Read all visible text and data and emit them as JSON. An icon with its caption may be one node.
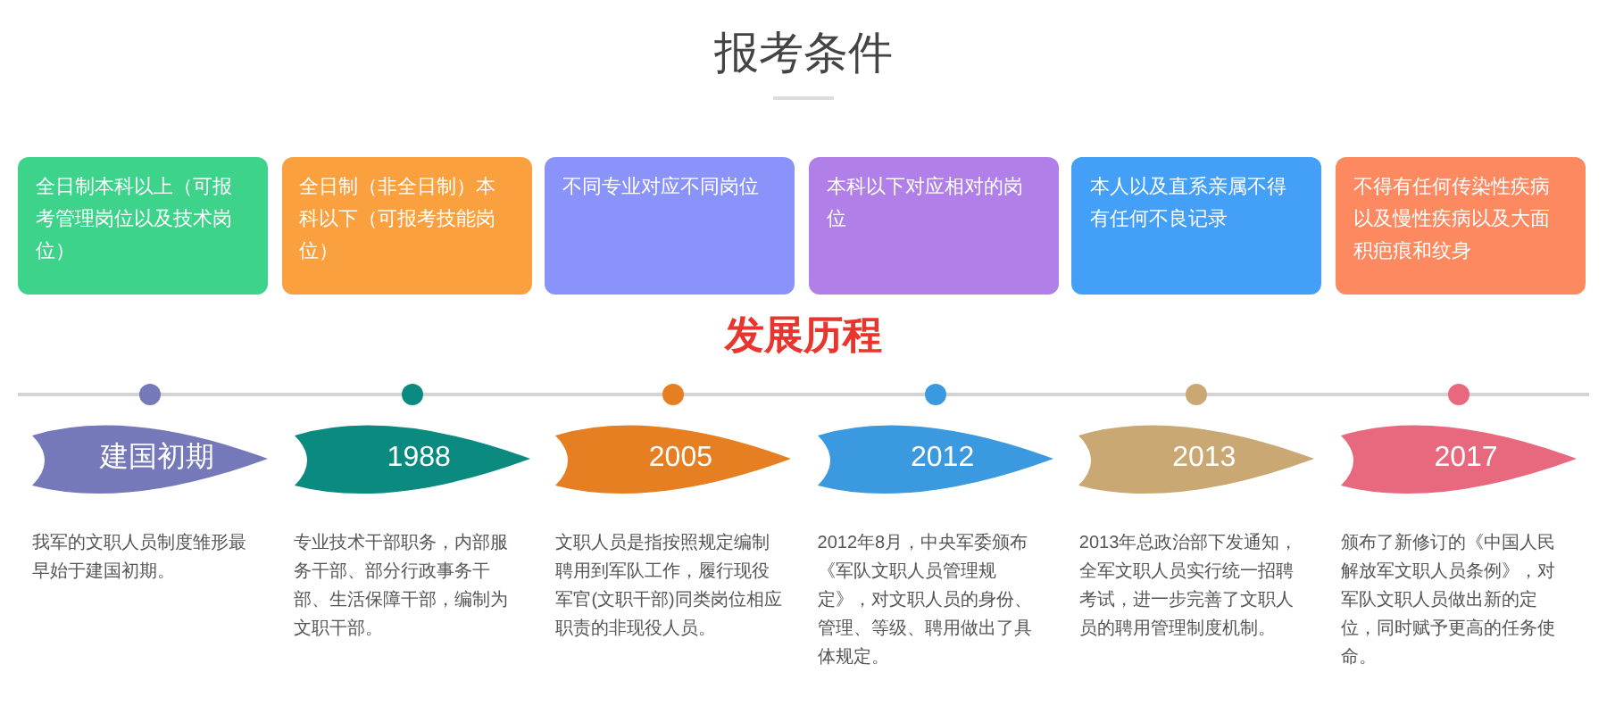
{
  "diagram": {
    "title": "报考条件",
    "nodes": [
      {
        "text": [
          "全日制本科以上（可报考管理岗位以及技术岗位）"
        ]
      },
      {
        "text": [
          "全日制（非全日制）本科以下（可报考技能岗位）"
        ]
      },
      {
        "text": [
          "不同专业对应不同岗位"
        ]
      },
      {
        "text": [
          "本科以下对应相对的岗位"
        ]
      },
      {
        "text": [
          "本人以及直系亲属不得有任何不良记录"
        ]
      },
      {
        "text": [
          "不得有任何传染性疾病以及慢性疾病以及大面积疤痕和纹身"
        ]
      },
      {
        "text": [
          "建国初期"
        ],
        "beside": [
          "我军的文职人员制度雏形最早始于建国初期。"
        ]
      },
      {
        "text": [
          "1988"
        ],
        "beside": [
          "专业技术干部职务，内部服务干部、部分行政事务干部、生活保障干部，编制为文职干部。"
        ]
      },
      {
        "text": [
          "2005"
        ],
        "beside": [
          "文职人员是指按照规定编制聘用到军队工作，履行现役军官(文职干部)同类岗位相应职责的非现役人员。"
        ]
      },
      {
        "text": [
          "2012"
        ],
        "beside": [
          "2012年8月，中央军委颁布《军队文职人员管理规定》，对文职人员的身份、管理、等级、聘用做出了具体规定。"
        ]
      },
      {
        "text": [
          "2013"
        ],
        "beside": [
          "2013年总政治部下发通知，全军文职人员实行统一招聘考试，进一步完善了文职人员的聘用管理制度机制。"
        ]
      },
      {
        "text": [
          "2017"
        ],
        "beside": [
          "颁布了新修订的《中国人民解放军文职人员条例》，对军队文职人员做出新的定位，同时赋予更高的任务使命。"
        ]
      }
    ],
    "labels": [
      "发展历程"
    ]
  }
}
